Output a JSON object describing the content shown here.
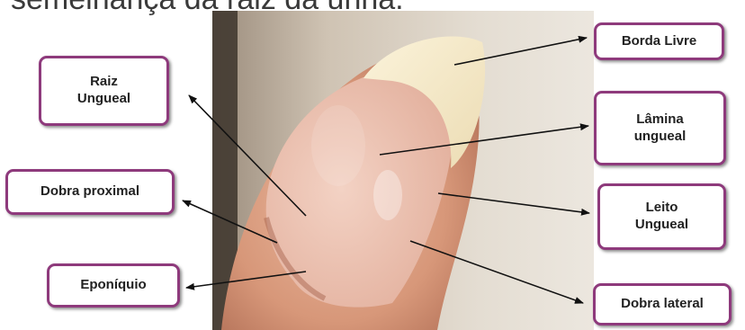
{
  "heading": "semelhança da raiz da unha.",
  "labels": {
    "borda_livre": "Borda Livre",
    "raiz_ungueal": "Raiz\nUngueal",
    "lamina_ungueal": "Lâmina\nungueal",
    "dobra_proximal": "Dobra proximal",
    "leito_ungueal": "Leito\nUngueal",
    "eponiquio": "Eponíquio",
    "dobra_lateral": "Dobra lateral"
  },
  "colors": {
    "label_border": "#8e3a7c",
    "arrow": "#111111"
  }
}
